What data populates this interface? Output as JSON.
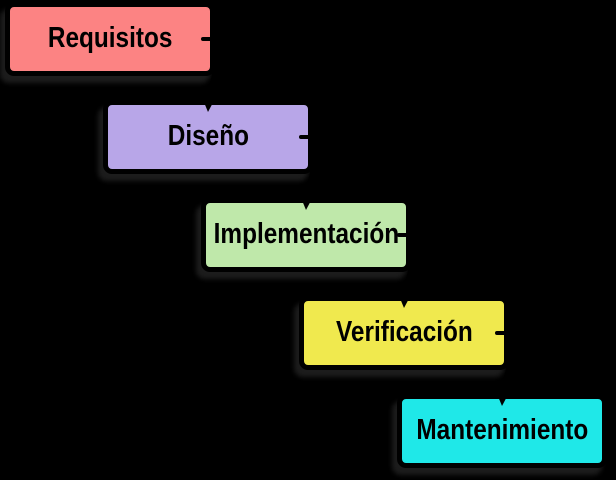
{
  "diagram": {
    "type": "waterfall-cascade",
    "background_color": "#000000",
    "border_color": "#000000",
    "text_color": "#000000",
    "connector_color": "#000000",
    "stages": [
      {
        "label": "Requisitos",
        "color": "#FC8383"
      },
      {
        "label": "Diseño",
        "color": "#B8A6E8"
      },
      {
        "label": "Implementación",
        "color": "#BFE8AA"
      },
      {
        "label": "Verificación",
        "color": "#F0E94E"
      },
      {
        "label": "Mantenimiento",
        "color": "#1FE8E8"
      }
    ]
  }
}
